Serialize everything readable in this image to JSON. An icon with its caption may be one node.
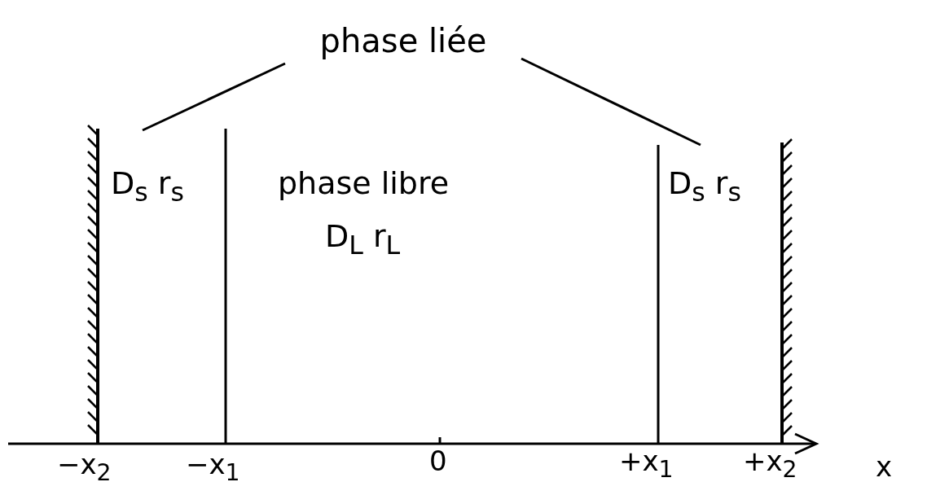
{
  "diagram": {
    "nodes": [
      {
        "text": [
          "phase liée"
        ]
      },
      {
        "text": [
          "D$_{s}$ r$_{s}$"
        ]
      },
      {
        "text": [
          "phase libre",
          "D$_{L}$ r$_{L}$"
        ]
      },
      {
        "text": [
          "D$_{s}$ r$_{s}$"
        ]
      }
    ],
    "edges": [
      {
        "from": 0,
        "to": 1,
        "arrow": "none"
      },
      {
        "from": 0,
        "to": 3,
        "arrow": "none"
      }
    ],
    "labels": [
      "−x$_{2}$",
      "−x$_{1}$",
      "0",
      "+x$_{1}$",
      "+x$_{2}$",
      "x"
    ]
  }
}
